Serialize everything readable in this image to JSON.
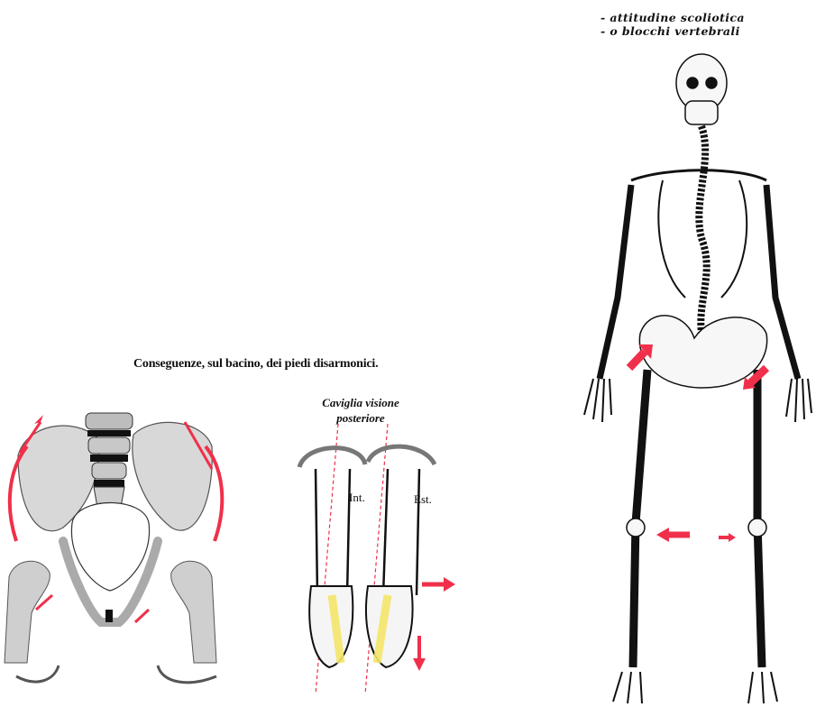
{
  "pelvis_section": {
    "caption": "Conseguenze, sul bacino, dei piedi disarmonici."
  },
  "ankle_section": {
    "title_line1": "Caviglia visione",
    "title_line2": "posteriore",
    "label_internal": "Int.",
    "label_external": "Est."
  },
  "skeleton_section": {
    "note_line1": "- attitudine scoliotica",
    "note_line2": "- o blocchi vertebrali"
  },
  "colors": {
    "arrow_red": "#f0304a",
    "highlight_yellow": "#f5e66a",
    "bone_gray": "#d8d8d8",
    "line_black": "#111111"
  }
}
